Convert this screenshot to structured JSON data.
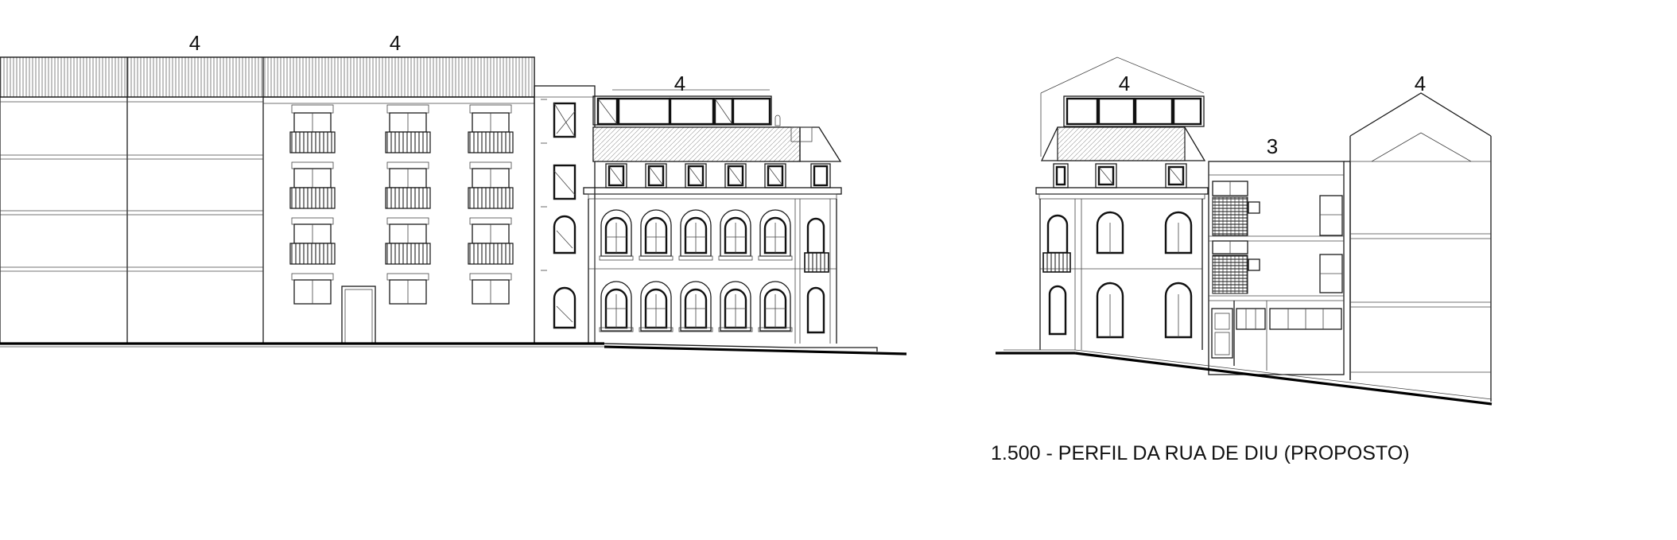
{
  "drawing": {
    "caption": "1.500 - PERFIL DA RUA DE DIU (PROPOSTO)"
  },
  "storey_labels": [
    "4",
    "4",
    "4",
    "4",
    "3",
    "4"
  ],
  "colors": {
    "line": "#1a1a1a",
    "background": "#ffffff"
  }
}
